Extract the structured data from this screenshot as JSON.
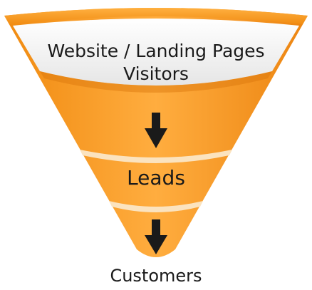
{
  "funnel": {
    "stages": [
      {
        "lines": [
          "Website / Landing Pages",
          "Visitors"
        ]
      },
      {
        "lines": [
          "Leads"
        ]
      },
      {
        "lines": [
          "Customers"
        ]
      }
    ],
    "colors": {
      "orange": "#f7931e",
      "orange_dark": "#e07a0c",
      "orange_light": "#ffb54d",
      "white_band": "#f2f2f2",
      "arrow": "#1a1a1a"
    },
    "arrows": [
      "down-arrow-icon",
      "down-arrow-icon"
    ]
  }
}
